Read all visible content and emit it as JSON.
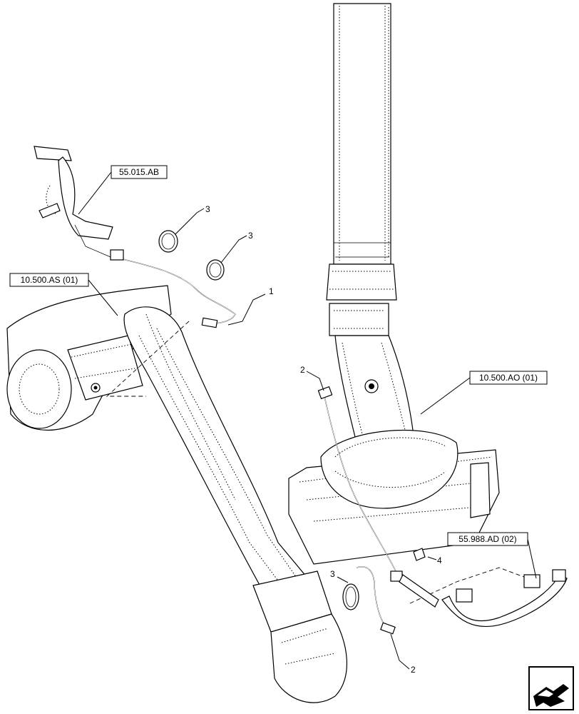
{
  "references": [
    {
      "id": "ref-55-015-ab",
      "label": "55.015.AB"
    },
    {
      "id": "ref-10-500-as",
      "label": "10.500.AS (01)"
    },
    {
      "id": "ref-10-500-ao",
      "label": "10.500.AO (01)"
    },
    {
      "id": "ref-55-988-ad",
      "label": "55.988.AD (02)"
    }
  ],
  "callouts": [
    {
      "id": "callout-1",
      "label": "1"
    },
    {
      "id": "callout-2-top",
      "label": "2"
    },
    {
      "id": "callout-2-bottom",
      "label": "2"
    },
    {
      "id": "callout-3-a",
      "label": "3"
    },
    {
      "id": "callout-3-b",
      "label": "3"
    },
    {
      "id": "callout-3-c",
      "label": "3"
    },
    {
      "id": "callout-4",
      "label": "4"
    }
  ],
  "icons": {
    "navigation": "page-navigation-arrow-icon"
  }
}
